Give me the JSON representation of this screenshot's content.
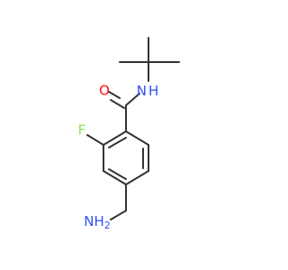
{
  "molecule": {
    "atoms": [
      {
        "id": "O1",
        "element": "O",
        "label": "O",
        "color": "#ff0d0d"
      },
      {
        "id": "N1",
        "element": "N",
        "label": "N",
        "label2": "H",
        "color": "#3050f8"
      },
      {
        "id": "F1",
        "element": "F",
        "label": "F",
        "color": "#90e050"
      },
      {
        "id": "N2",
        "element": "N",
        "label": "NH",
        "sub": "2",
        "color": "#3050f8"
      }
    ],
    "bond_color": "#333333"
  }
}
